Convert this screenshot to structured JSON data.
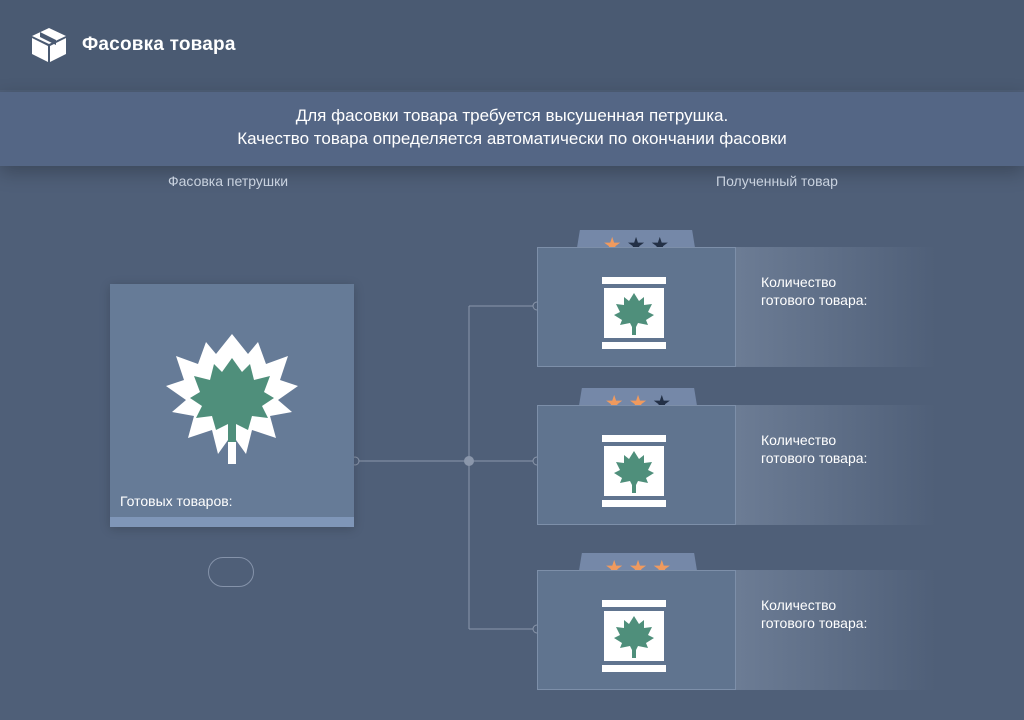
{
  "header": {
    "icon": "box-icon",
    "title": "Фасовка товара"
  },
  "banner": {
    "line1": "Для фасовки товара требуется высушенная петрушка.",
    "line2": "Качество товара определяется автоматически по окончании фасовки"
  },
  "columns": {
    "left": "Фасовка петрушки",
    "right": "Полученный товар"
  },
  "source": {
    "icon": "parsley-leaf-icon",
    "ready_label": "Готовых товаров:"
  },
  "results": [
    {
      "stars_filled": 1,
      "stars_total": 3,
      "qty_line1": "Количество",
      "qty_line2": "готового товара:"
    },
    {
      "stars_filled": 2,
      "stars_total": 3,
      "qty_line1": "Количество",
      "qty_line2": "готового товара:"
    },
    {
      "stars_filled": 3,
      "stars_total": 3,
      "qty_line1": "Количество",
      "qty_line2": "готового товара:"
    }
  ],
  "colors": {
    "background": "#4f5f78",
    "star_on": "#f09a5e",
    "star_off": "#233046",
    "leaf": "#4f8f7b"
  }
}
